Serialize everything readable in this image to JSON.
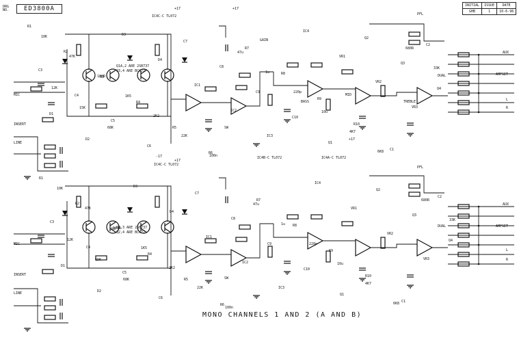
{
  "drawing": {
    "number_label": "DRG NO.",
    "number": "ED3800A",
    "caption": "MONO CHANNELS 1 AND 2 (A AND B)"
  },
  "title_block": {
    "headers": [
      "INITIAL",
      "ISSUE",
      "DATE"
    ],
    "values": [
      "GHB",
      "1",
      "10-6-96"
    ]
  },
  "labels": {
    "supply_pos": "+17",
    "supply_neg": "-17",
    "pfl": "PFL",
    "ic_a_tl072": "IC4C-C TL072",
    "ic_b_tl072": "IC4B-C TL072",
    "ic_c_tl072": "IC4A-C TL072",
    "transistor_note_a": "Q1A,2 ARE 2SB737",
    "transistor_note_b": "Q3,4 ARE BCW72",
    "transistor_note_c": "Q1,3 ARE 2SB737",
    "transistor_note_d": "Q2,4 ARE BCW72",
    "line": "LINE",
    "insert": "INSERT",
    "mic": "MIC",
    "dual": "DUAL",
    "aux": "AUX",
    "left": "L",
    "right": "R",
    "ampset": "AMPSET",
    "sw_label": "SW",
    "bass": "BASS",
    "mid": "MID",
    "treble": "TREBLE",
    "gain": "GAIN"
  },
  "components": [
    "R1",
    "R2",
    "R3",
    "R4",
    "R5",
    "R6",
    "R7",
    "R8",
    "R9",
    "R10",
    "C1",
    "C2",
    "C3",
    "C4",
    "C5",
    "C6",
    "C7",
    "C8",
    "C9",
    "C10",
    "Q1",
    "Q2",
    "Q3",
    "Q4",
    "D1",
    "D2",
    "D3",
    "D4",
    "IC1",
    "IC2",
    "IC3",
    "IC4",
    "VR1",
    "VR2",
    "VR3"
  ],
  "values": [
    "10K",
    "47K",
    "100R",
    "1K5",
    "2K2",
    "22K",
    "100n",
    "47u",
    "1u",
    "220p",
    "10u",
    "4K7",
    "6K8",
    "680R",
    "33K",
    "12K",
    "15K",
    "68K"
  ]
}
